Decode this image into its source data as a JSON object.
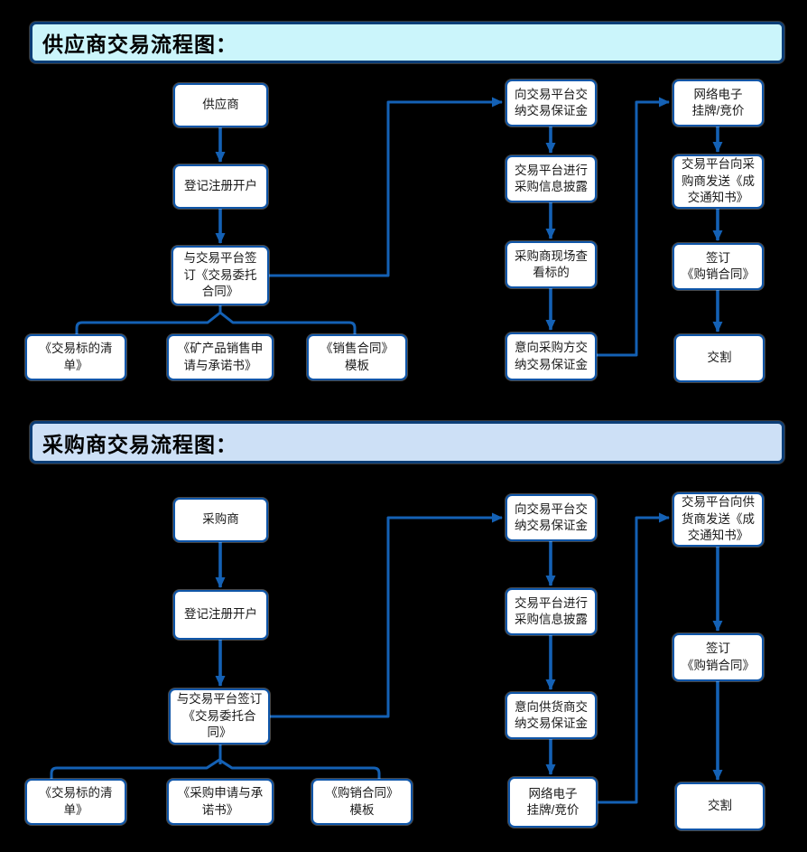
{
  "colors": {
    "background": "#000000",
    "node_border": "#0e55a8",
    "node_fill": "#ffffff",
    "node_text": "#1a1a1a",
    "arrow": "#1461b5",
    "header_border": "#0c3e77",
    "header_text": "#000000",
    "supplier_header_fill": "#cbf5fb",
    "purchaser_header_fill": "#cde0f6"
  },
  "sections": [
    {
      "title": "供应商交易流程图：",
      "nodes": [
        {
          "id": "supplier",
          "label": "供应商"
        },
        {
          "id": "register-account",
          "label": "登记注册开户"
        },
        {
          "id": "sign-entrust-contract",
          "label": "与交易平台签\n订《交易委托\n合同》"
        },
        {
          "id": "subject-list",
          "label": "《交易标的清\n单》"
        },
        {
          "id": "mineral-sale-application",
          "label": "《矿产品销售申\n请与承诺书》"
        },
        {
          "id": "sale-contract-template",
          "label": "《销售合同》\n模板"
        },
        {
          "id": "pay-deposit",
          "label": "向交易平台交\n纳交易保证金"
        },
        {
          "id": "info-disclosure",
          "label": "交易平台进行\n采购信息披露"
        },
        {
          "id": "site-inspection",
          "label": "采购商现场查\n看标的"
        },
        {
          "id": "buyer-pay-deposit",
          "label": "意向采购方交\n纳交易保证金"
        },
        {
          "id": "online-listing-bidding",
          "label": "网络电子\n挂牌/竞价"
        },
        {
          "id": "deal-notice",
          "label": "交易平台向采\n购商发送《成\n交通知书》"
        },
        {
          "id": "sign-purchase-contract",
          "label": "签订\n《购销合同》"
        },
        {
          "id": "delivery",
          "label": "交割"
        }
      ]
    },
    {
      "title": "采购商交易流程图：",
      "nodes": [
        {
          "id": "purchaser",
          "label": "采购商"
        },
        {
          "id": "register-account",
          "label": "登记注册开户"
        },
        {
          "id": "sign-entrust-contract",
          "label": "与交易平台签订\n《交易委托合\n同》"
        },
        {
          "id": "subject-list",
          "label": "《交易标的清\n单》"
        },
        {
          "id": "purchase-application",
          "label": "《采购申请与承\n诺书》"
        },
        {
          "id": "purchase-contract-template",
          "label": "《购销合同》\n模板"
        },
        {
          "id": "pay-deposit",
          "label": "向交易平台交\n纳交易保证金"
        },
        {
          "id": "info-disclosure",
          "label": "交易平台进行\n采购信息披露"
        },
        {
          "id": "supplier-pay-deposit",
          "label": "意向供货商交\n纳交易保证金"
        },
        {
          "id": "online-listing-bidding",
          "label": "网络电子\n挂牌/竞价"
        },
        {
          "id": "deal-notice",
          "label": "交易平台向供\n货商发送《成\n交通知书》"
        },
        {
          "id": "sign-purchase-contract",
          "label": "签订\n《购销合同》"
        },
        {
          "id": "delivery",
          "label": "交割"
        }
      ]
    }
  ]
}
